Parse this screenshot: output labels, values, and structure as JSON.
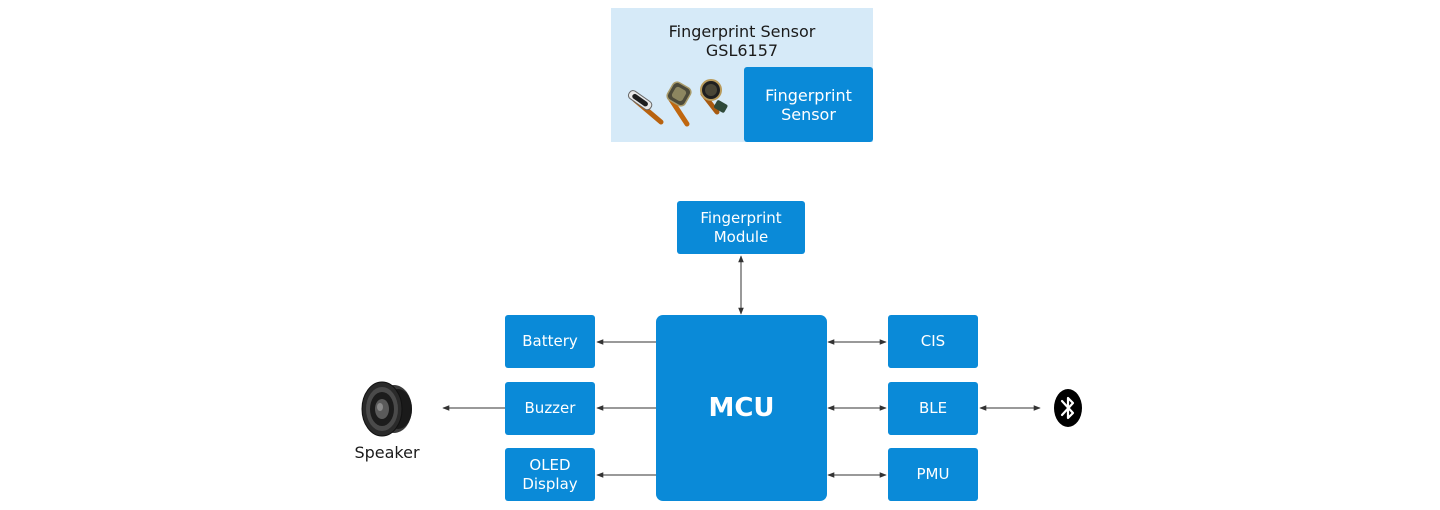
{
  "sensor_panel": {
    "title_line1": "Fingerprint Sensor",
    "title_line2": "GSL6157",
    "block_label": "Fingerprint\nSensor"
  },
  "blocks": {
    "fingerprint_module": "Fingerprint\nModule",
    "mcu": "MCU",
    "battery": "Battery",
    "buzzer": "Buzzer",
    "oled_display": "OLED\nDisplay",
    "cis": "CIS",
    "ble": "BLE",
    "pmu": "PMU"
  },
  "peripherals": {
    "speaker_label": "Speaker",
    "speaker_icon": "speaker-icon",
    "bluetooth_icon": "bluetooth-icon"
  },
  "colors": {
    "block_blue": "#0a8ad8",
    "panel_bg": "#d6eaf8",
    "connector": "#333333"
  }
}
